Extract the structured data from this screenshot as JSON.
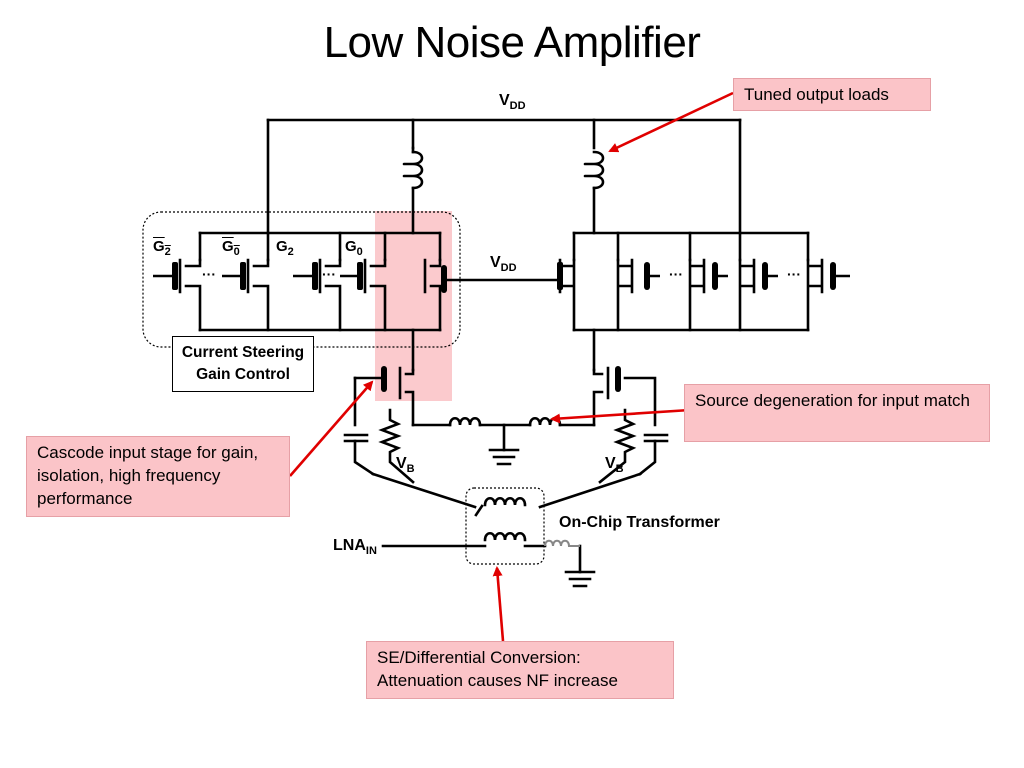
{
  "title": "Low Noise Amplifier",
  "callouts": {
    "tuned_output_loads": "Tuned output loads",
    "source_degeneration": "Source degeneration for input match",
    "cascode_input": "Cascode input stage for gain, isolation, high frequency performance",
    "se_diff_line1": "SE/Differential Conversion:",
    "se_diff_line2": "Attenuation causes NF increase"
  },
  "labels": {
    "vdd_top": "V",
    "vdd_top_sub": "DD",
    "vdd_mid": "V",
    "vdd_mid_sub": "DD",
    "g2_bar": "G",
    "g2_bar_sub": "2",
    "g0_bar": "G",
    "g0_bar_sub": "0",
    "g2": "G",
    "g2_sub": "2",
    "g0": "G",
    "g0_sub": "0",
    "dots": "···",
    "current_steering_line1": "Current Steering",
    "current_steering_line2": "Gain Control",
    "vb_left": "V",
    "vb_left_sub": "B",
    "vb_right": "V",
    "vb_right_sub": "B",
    "on_chip_transformer": "On-Chip Transformer",
    "lna_in": "LNA",
    "lna_in_sub": "IN"
  },
  "colors": {
    "highlight": "#fbc4c8",
    "arrow": "#e00000",
    "wire": "#000000"
  }
}
